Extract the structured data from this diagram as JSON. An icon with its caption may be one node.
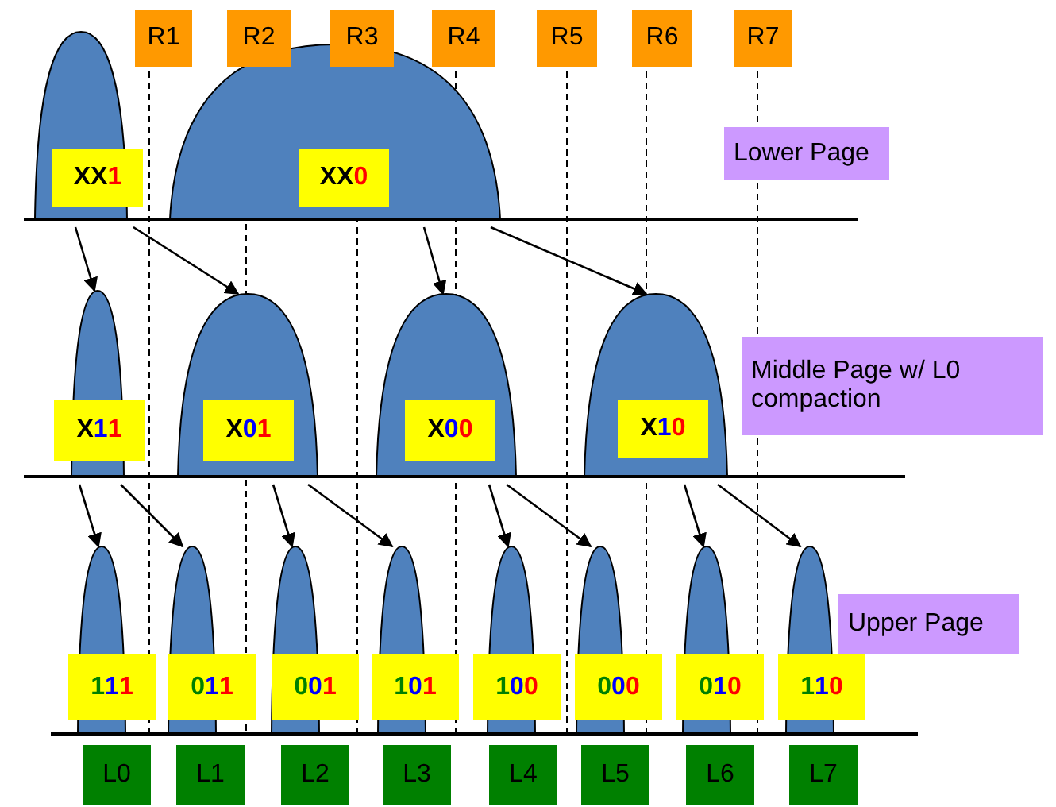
{
  "diagram": {
    "nodes": [
      {
        "text": [
          "R1"
        ]
      },
      {
        "text": [
          "R2"
        ]
      },
      {
        "text": [
          "R3"
        ]
      },
      {
        "text": [
          "R4"
        ]
      },
      {
        "text": [
          "R5"
        ]
      },
      {
        "text": [
          "R6"
        ]
      },
      {
        "text": [
          "R7"
        ]
      },
      {
        "text": [
          "XX1"
        ]
      },
      {
        "text": [
          "XX0"
        ]
      },
      {
        "text": [
          "Lower Page"
        ]
      },
      {
        "text": [
          "X11"
        ]
      },
      {
        "text": [
          "X01"
        ]
      },
      {
        "text": [
          "X00"
        ]
      },
      {
        "text": [
          "X10"
        ]
      },
      {
        "text": [
          "Middle Page w/ L0 compaction"
        ]
      },
      {
        "text": [
          "111"
        ]
      },
      {
        "text": [
          "011"
        ]
      },
      {
        "text": [
          "001"
        ]
      },
      {
        "text": [
          "101"
        ]
      },
      {
        "text": [
          "100"
        ]
      },
      {
        "text": [
          "000"
        ]
      },
      {
        "text": [
          "010"
        ]
      },
      {
        "text": [
          "110"
        ]
      },
      {
        "text": [
          "Upper Page"
        ]
      },
      {
        "text": [
          "L0"
        ]
      },
      {
        "text": [
          "L1"
        ]
      },
      {
        "text": [
          "L2"
        ]
      },
      {
        "text": [
          "L3"
        ]
      },
      {
        "text": [
          "L4"
        ]
      },
      {
        "text": [
          "L5"
        ]
      },
      {
        "text": [
          "L6"
        ]
      },
      {
        "text": [
          "L7"
        ]
      }
    ],
    "edges": [
      {
        "from": 7,
        "to": 10,
        "arrow": "to"
      },
      {
        "from": 7,
        "to": 11,
        "arrow": "to"
      },
      {
        "from": 8,
        "to": 12,
        "arrow": "to"
      },
      {
        "from": 8,
        "to": 13,
        "arrow": "to"
      },
      {
        "from": 10,
        "to": 15,
        "arrow": "to"
      },
      {
        "from": 10,
        "to": 16,
        "arrow": "to"
      },
      {
        "from": 11,
        "to": 17,
        "arrow": "to"
      },
      {
        "from": 11,
        "to": 18,
        "arrow": "to"
      },
      {
        "from": 12,
        "to": 19,
        "arrow": "to"
      },
      {
        "from": 12,
        "to": 20,
        "arrow": "to"
      },
      {
        "from": 13,
        "to": 21,
        "arrow": "to"
      },
      {
        "from": 13,
        "to": 22,
        "arrow": "to"
      }
    ]
  }
}
